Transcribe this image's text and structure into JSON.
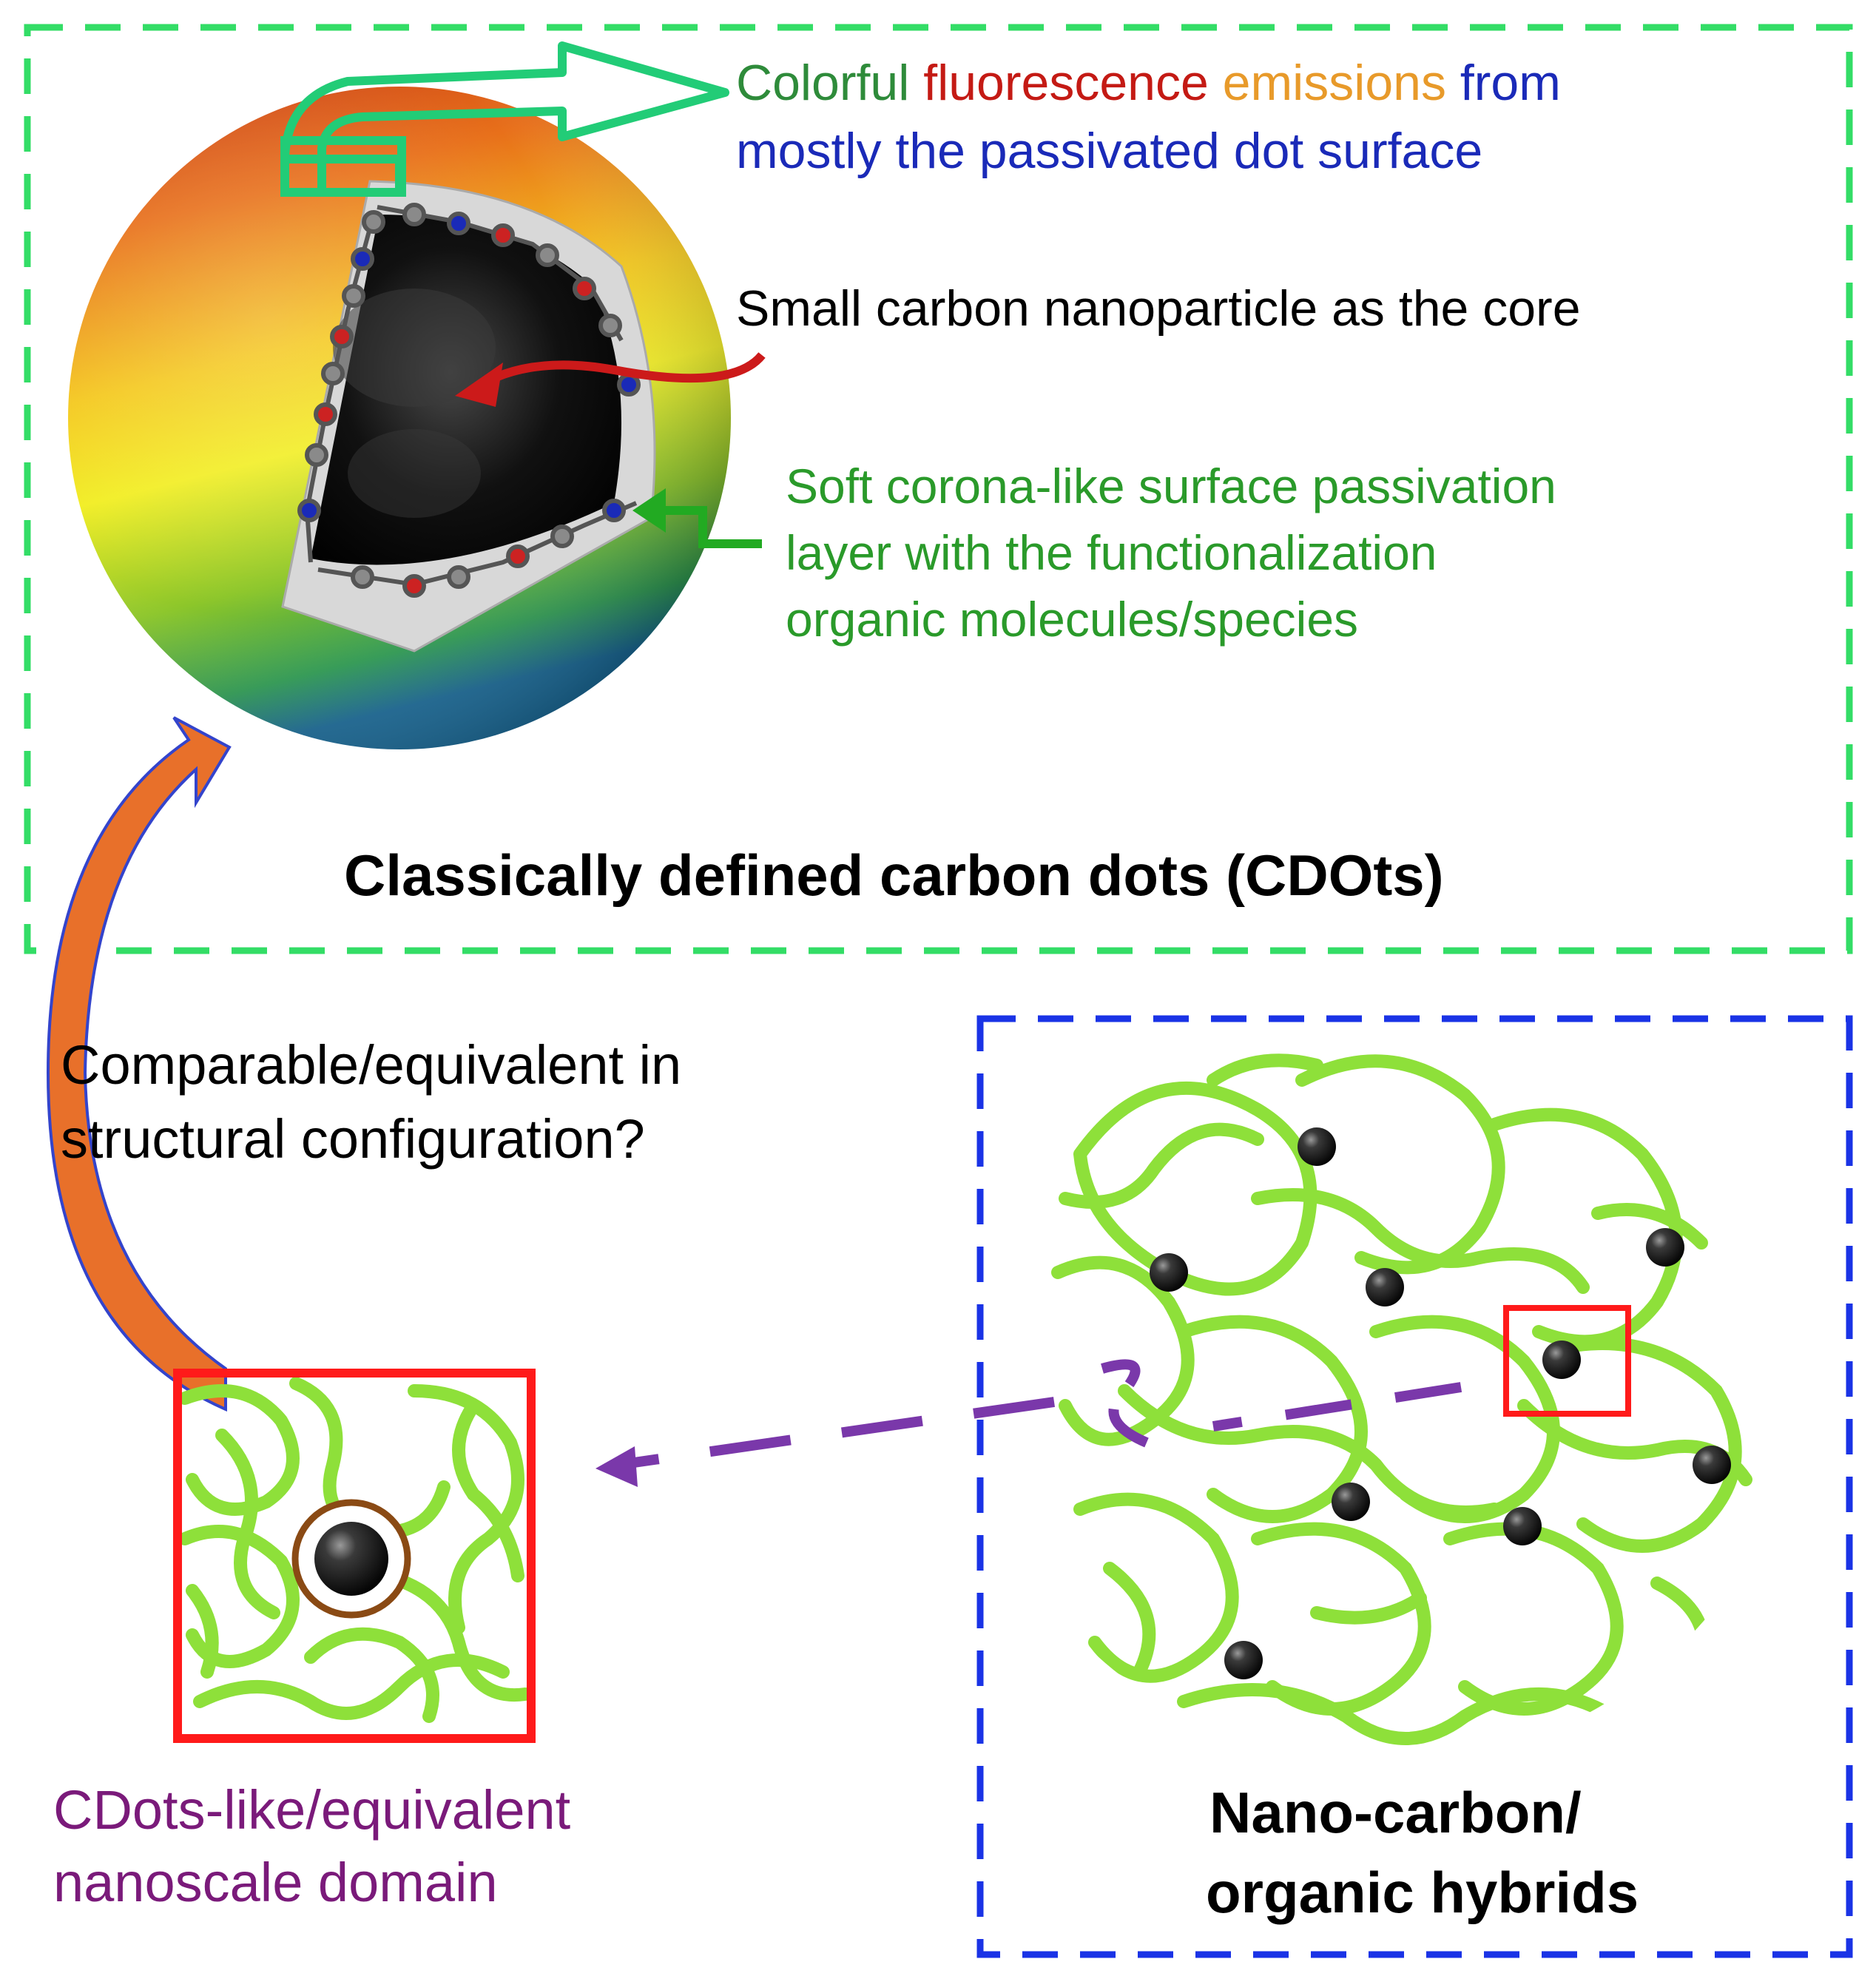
{
  "colors": {
    "cdots_box_border": "#33dd66",
    "hybrid_box_border": "#1a33e6",
    "domain_box_border": "#ff1a1a",
    "zoom_box_border": "#ff1a1a",
    "emission_arrow": "#22cc77",
    "core_arrow": "#cc1a1a",
    "passivation_arrow": "#22aa22",
    "dashed_arrow": "#7a38aa",
    "curved_arrow_fill": "#e8702a",
    "curved_arrow_outline": "#3344cc",
    "polymer_green": "#8ee03a",
    "carbon_dot": "#111111",
    "domain_ring": "#8a4a14",
    "title_text": "#000000",
    "passivation_text": "#2a9a2a",
    "domain_text": "#7a1a7a"
  },
  "cdots_panel": {
    "emission_text": {
      "line1": [
        {
          "text": "Colorful ",
          "color": "#2e8b3a"
        },
        {
          "text": "fluorescence ",
          "color": "#c41a14"
        },
        {
          "text": "emissions ",
          "color": "#e89a2a"
        },
        {
          "text": "from",
          "color": "#1a2ab8"
        }
      ],
      "line2": "mostly the passivated dot surface",
      "line2_color": "#1a2ab8"
    },
    "core_label": "Small carbon nanoparticle as the core",
    "passivation_label": [
      "Soft corona-like surface passivation",
      "layer with the functionalization",
      "organic molecules/species"
    ],
    "title": "Classically  defined carbon dots (CDOts)"
  },
  "question": {
    "line1": "Comparable/equivalent  in",
    "line2": "structural configuration?"
  },
  "domain_panel": {
    "label_line1": "CDots-like/equivalent",
    "label_line2": "nanoscale domain"
  },
  "hybrid_panel": {
    "title_line1": "Nano-carbon/",
    "title_line2": "organic hybrids"
  }
}
